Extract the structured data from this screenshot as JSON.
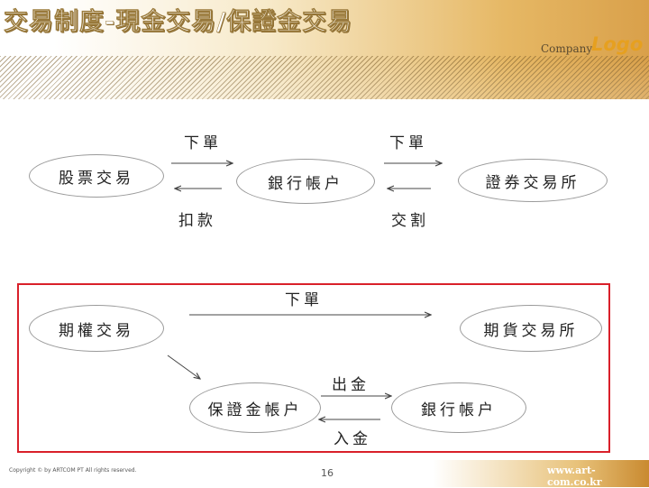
{
  "slide": {
    "title": "交易制度-現金交易/保證金交易",
    "company": "Company",
    "logo": "Logo"
  },
  "diagram_top": {
    "nodes": {
      "stock_trade": "股票交易",
      "bank_account": "銀行帳户",
      "exchange": "證券交易所"
    },
    "labels": {
      "order_left": "下單",
      "order_right": "下單",
      "debit": "扣款",
      "settlement": "交割"
    }
  },
  "diagram_bottom": {
    "nodes": {
      "options_trade": "期權交易",
      "futures_exchange": "期貨交易所",
      "margin_account": "保證金帳户",
      "bank_account": "銀行帳户"
    },
    "labels": {
      "order": "下單",
      "withdraw": "出金",
      "deposit": "入金"
    },
    "highlight_color": "#d9202a"
  },
  "footer": {
    "copyright": "Copyright © by ARTCOM PT  All rights reserved.",
    "page": "16",
    "url": "www.art-com.co.kr"
  }
}
